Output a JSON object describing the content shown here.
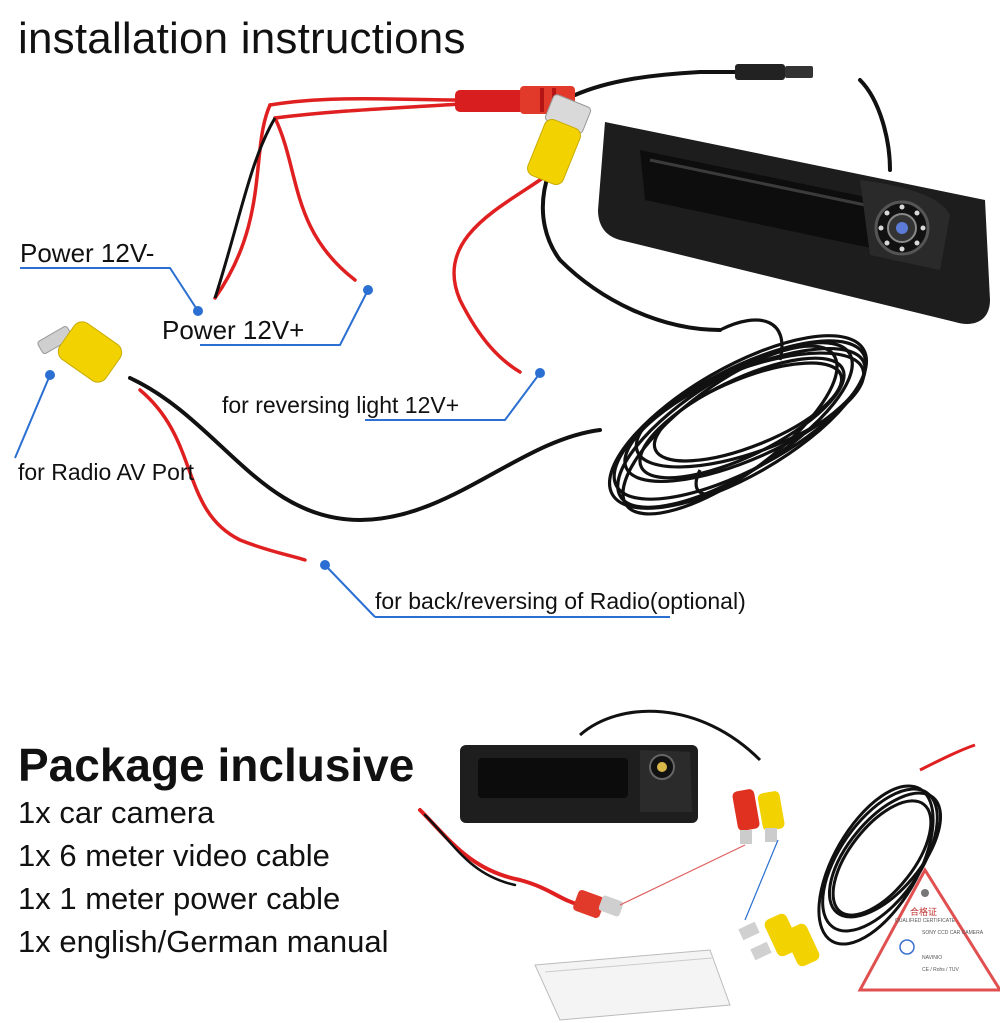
{
  "installation": {
    "title": "installation instructions",
    "labels": {
      "power_minus": "Power 12V-",
      "power_plus": "Power 12V+",
      "reversing_light": "for reversing light 12V+",
      "radio_av": "for Radio AV Port",
      "back_reversing": "for back/reversing of Radio(optional)"
    }
  },
  "package": {
    "title": "Package inclusive",
    "items": [
      "1x car camera",
      "1x 6 meter video cable",
      "1x 1 meter power cable",
      "1x english/German manual"
    ],
    "certificate": {
      "title": "合格证",
      "subtitle": "QUALIFIED CERTIFICATE",
      "row1": "SONY CCD CAR CAMERA",
      "row2": "NAVINIO",
      "row3": "CE / Rohs / TUV"
    }
  },
  "colors": {
    "red_wire": "#e02020",
    "black_wire": "#111111",
    "yellow_plug": "#f2d200",
    "callout_blue": "#2a6fd1",
    "camera_body": "#1f1f1f"
  }
}
